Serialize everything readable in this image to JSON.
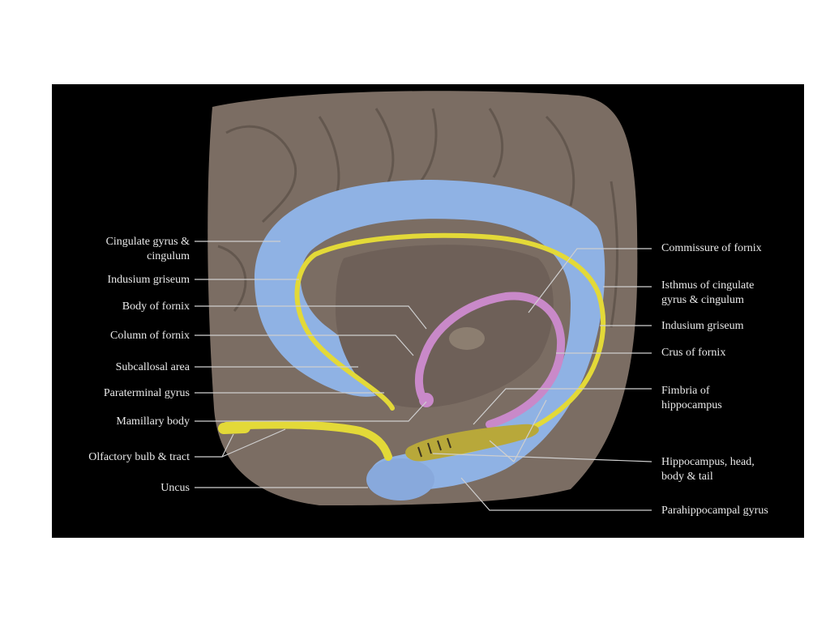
{
  "diagram": {
    "colors": {
      "background": "#000000",
      "brain": "#7b6d63",
      "limbic_lobe": "#8fb2e4",
      "fornix": "#c989c9",
      "indusium_olfactory": "#e3d938",
      "leader": "#cfcfcf"
    },
    "labels_left": [
      {
        "line1": "Cingulate gyrus &",
        "line2": "cingulum"
      },
      {
        "line1": "Indusium griseum"
      },
      {
        "line1": "Body of fornix"
      },
      {
        "line1": "Column of fornix"
      },
      {
        "line1": "Subcallosal area"
      },
      {
        "line1": "Paraterminal gyrus"
      },
      {
        "line1": "Mamillary body"
      },
      {
        "line1": "Olfactory bulb & tract"
      },
      {
        "line1": "Uncus"
      }
    ],
    "labels_right": [
      {
        "line1": "Commissure of fornix"
      },
      {
        "line1": "Isthmus of cingulate",
        "line2": "gyrus & cingulum"
      },
      {
        "line1": "Indusium griseum"
      },
      {
        "line1": "Crus of fornix"
      },
      {
        "line1": "Fimbria of",
        "line2": "hippocampus"
      },
      {
        "line1": "Hippocampus, head,",
        "line2": "body & tail"
      },
      {
        "line1": "Parahippocampal gyrus"
      }
    ]
  }
}
